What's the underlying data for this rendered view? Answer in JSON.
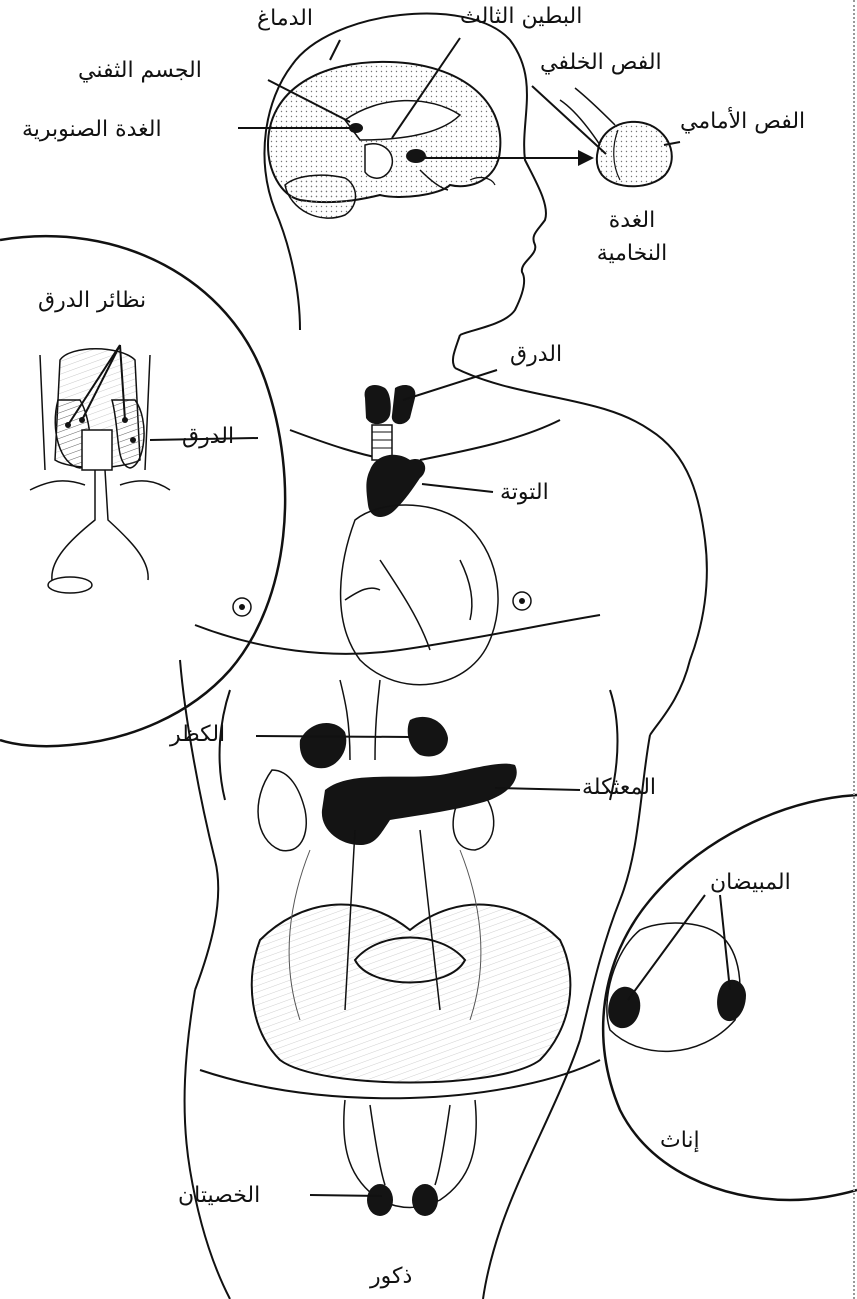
{
  "labels": {
    "brain": "الدماغ",
    "third_ventricle": "البطين الثالث",
    "corpus_callosum": "الجسم الثفني",
    "pineal_gland": "الغدة الصنوبرية",
    "posterior_lobe": "الفص الخلفي",
    "anterior_lobe": "الفص الأمامي",
    "pituitary_line1": "الغدة",
    "pituitary_line2": "النخامية",
    "parathyroids": "نظائر الدرق",
    "thyroid_inset": "الدرق",
    "thyroid": "الدرق",
    "thymus": "التوتة",
    "adrenal": "الكظر",
    "pancreas": "المعثكلة",
    "ovaries": "المبيضان",
    "female": "إناث",
    "testes": "الخصيتان",
    "male": "ذكور"
  },
  "colors": {
    "ink": "#111111",
    "gland": "#141414",
    "background": "#ffffff"
  }
}
